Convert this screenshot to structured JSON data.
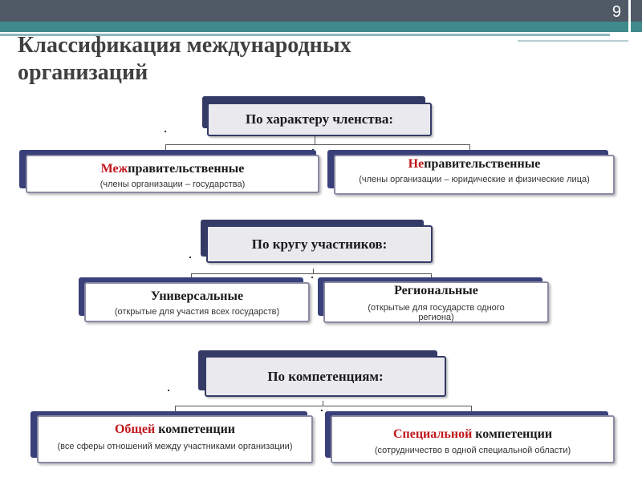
{
  "slide": {
    "page_number": "9",
    "title_line1": "Классификация международных",
    "title_line2": "организаций"
  },
  "groups": [
    {
      "header": "По характеру членства:",
      "left": {
        "prefix": "Меж",
        "rest": "правительственные",
        "note": "(члены организации – государства)"
      },
      "right": {
        "prefix": "Не",
        "rest": "правительственные",
        "note": "(члены организации – юридические и физические лица)"
      }
    },
    {
      "header": "По кругу участников:",
      "left": {
        "prefix": "",
        "rest": "Универсальные",
        "note": "(открытые для участия всех государств)"
      },
      "right": {
        "prefix": "",
        "rest": "Региональные",
        "note": "(открытые для государств одного региона)"
      }
    },
    {
      "header": "По компетенциям:",
      "left": {
        "prefix": "Общей",
        "rest": " компетенции",
        "note": "(все сферы отношений между участниками организации)"
      },
      "right": {
        "prefix": "Специальной",
        "rest": " компетенции",
        "note": "(сотрудничество в одной специальной области)"
      }
    }
  ],
  "colors": {
    "accent_red": "#c0161b",
    "header_dark": "#343a66",
    "teal": "#3f8a8c"
  }
}
